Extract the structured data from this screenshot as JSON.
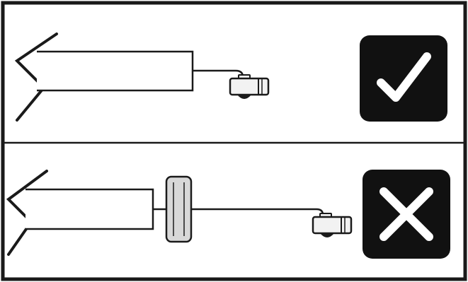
{
  "panels": [
    {
      "id": "correct",
      "icon": "check-icon",
      "components": [
        "fiber-cable",
        "cable-wire",
        "camera-module"
      ]
    },
    {
      "id": "incorrect",
      "icon": "cross-icon",
      "components": [
        "fiber-cable",
        "inline-filter",
        "cable-wire",
        "camera-module"
      ]
    }
  ],
  "colors": {
    "line": "#1a1a1a",
    "background": "#ffffff",
    "badge": "#111111",
    "badge_mark": "#ffffff",
    "filter_fill": "#d8d8d8",
    "camera_fill": "#f2f2f2"
  }
}
